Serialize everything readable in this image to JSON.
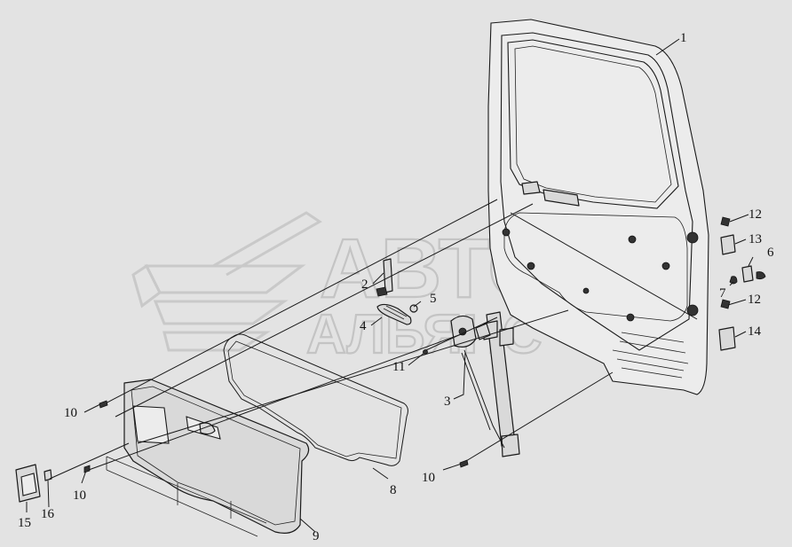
{
  "watermark": {
    "line1": "АВТО",
    "line2": "АЛЬЯНС"
  },
  "callouts": [
    {
      "id": "1",
      "text": "1"
    },
    {
      "id": "2",
      "text": "2"
    },
    {
      "id": "3",
      "text": "3"
    },
    {
      "id": "4",
      "text": "4"
    },
    {
      "id": "5",
      "text": "5"
    },
    {
      "id": "6",
      "text": "6"
    },
    {
      "id": "7",
      "text": "7"
    },
    {
      "id": "8",
      "text": "8"
    },
    {
      "id": "9",
      "text": "9"
    },
    {
      "id": "10a",
      "text": "10"
    },
    {
      "id": "10b",
      "text": "10"
    },
    {
      "id": "10c",
      "text": "10"
    },
    {
      "id": "11",
      "text": "11"
    },
    {
      "id": "12a",
      "text": "12"
    },
    {
      "id": "12b",
      "text": "12"
    },
    {
      "id": "13",
      "text": "13"
    },
    {
      "id": "14",
      "text": "14"
    },
    {
      "id": "15",
      "text": "15"
    },
    {
      "id": "16",
      "text": "16"
    }
  ]
}
